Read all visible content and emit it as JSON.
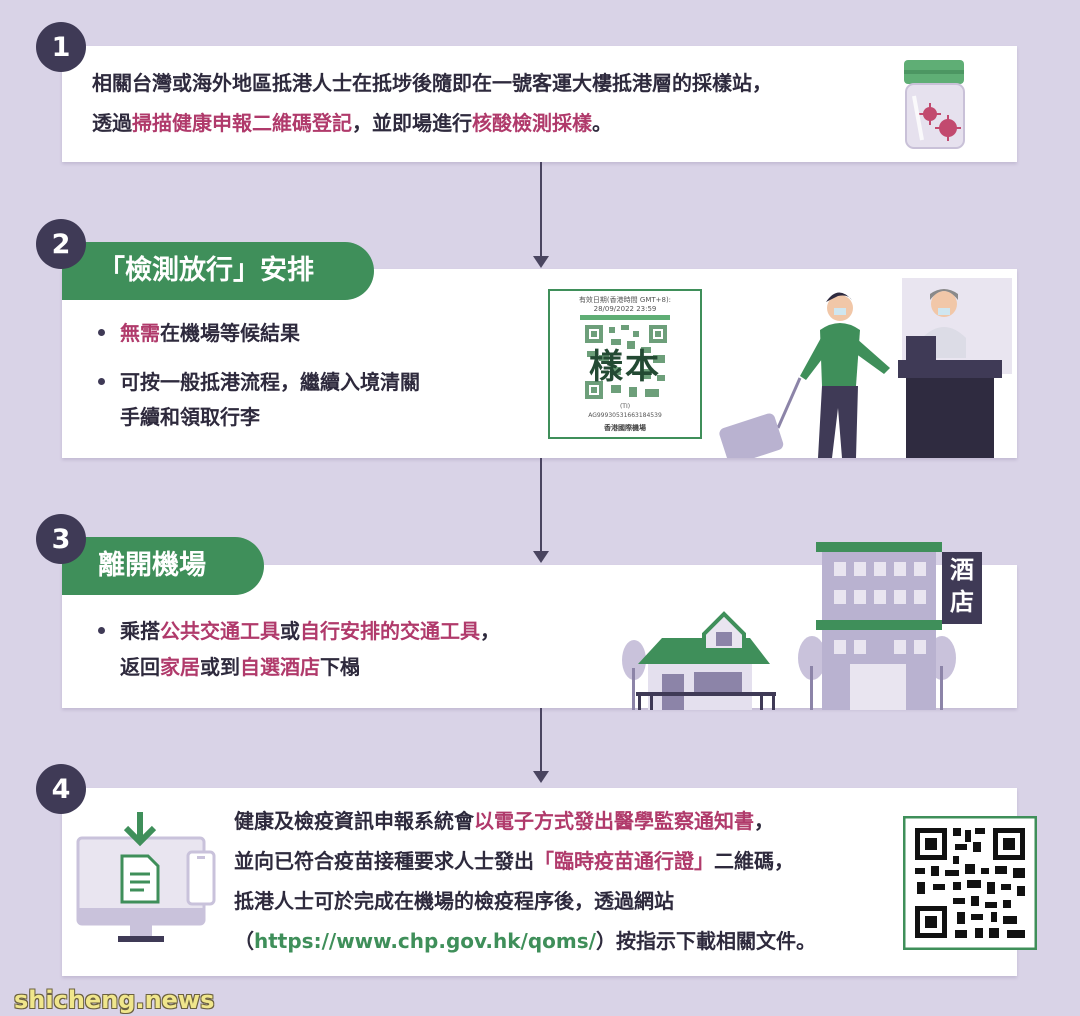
{
  "step1": {
    "number": "1",
    "line1": "相關台灣或海外地區抵港人士在抵埗後隨即在一號客運大樓抵港層的採樣站，",
    "line2_a": "透過",
    "line2_hl1": "掃描健康申報二維碼登記",
    "line2_b": "，並即場進行",
    "line2_hl2": "核酸檢測採樣",
    "line2_c": "。"
  },
  "step2": {
    "number": "2",
    "title": "「檢測放行」安排",
    "bullet1_hl": "無需",
    "bullet1_rest": "在機場等候結果",
    "bullet2_line1": "可按一般抵港流程，繼續入境清關",
    "bullet2_line2": "手續和領取行李",
    "sample": {
      "valid_label": "有效日期(香港時間 GMT+8):",
      "valid_date": "28/09/2022 23:59",
      "stamp": "樣本",
      "mark": "(TI)",
      "code": "AG99930531663184539",
      "issuer": "香港國際機場"
    }
  },
  "step3": {
    "number": "3",
    "title": "離開機場",
    "line1_a": "乘搭",
    "line1_hl1": "公共交通工具",
    "line1_b": "或",
    "line1_hl2": "自行安排的交通工具",
    "line1_c": "，",
    "line2_a": "返回",
    "line2_hl1": "家居",
    "line2_b": "或到",
    "line2_hl2": "自選酒店",
    "line2_c": "下榻",
    "hotel_sign": [
      "酒",
      "店"
    ]
  },
  "step4": {
    "number": "4",
    "line1_a": "健康及檢疫資訊申報系統會",
    "line1_hl": "以電子方式發出醫學監察通知書",
    "line1_b": "，",
    "line2_a": "並向已符合疫苗接種要求人士發出",
    "line2_hl": "「臨時疫苗通行證」",
    "line2_b": "二維碼，",
    "line3": "抵港人士可於完成在機場的檢疫程序後，透過網站",
    "line4_a": "（",
    "line4_url": "https://www.chp.gov.hk/qoms/",
    "line4_b": "）按指示下載相關文件。"
  },
  "watermark": "shicheng.news",
  "colors": {
    "background": "#d9d3e7",
    "badge": "#3f3a56",
    "accent_green": "#3f8f5a",
    "highlight": "#b03a6b"
  },
  "icons": [
    "specimen-jar-icon",
    "qr-code-icon",
    "traveller-illustration",
    "house-illustration",
    "hotel-illustration",
    "computer-download-icon",
    "phone-icon"
  ]
}
